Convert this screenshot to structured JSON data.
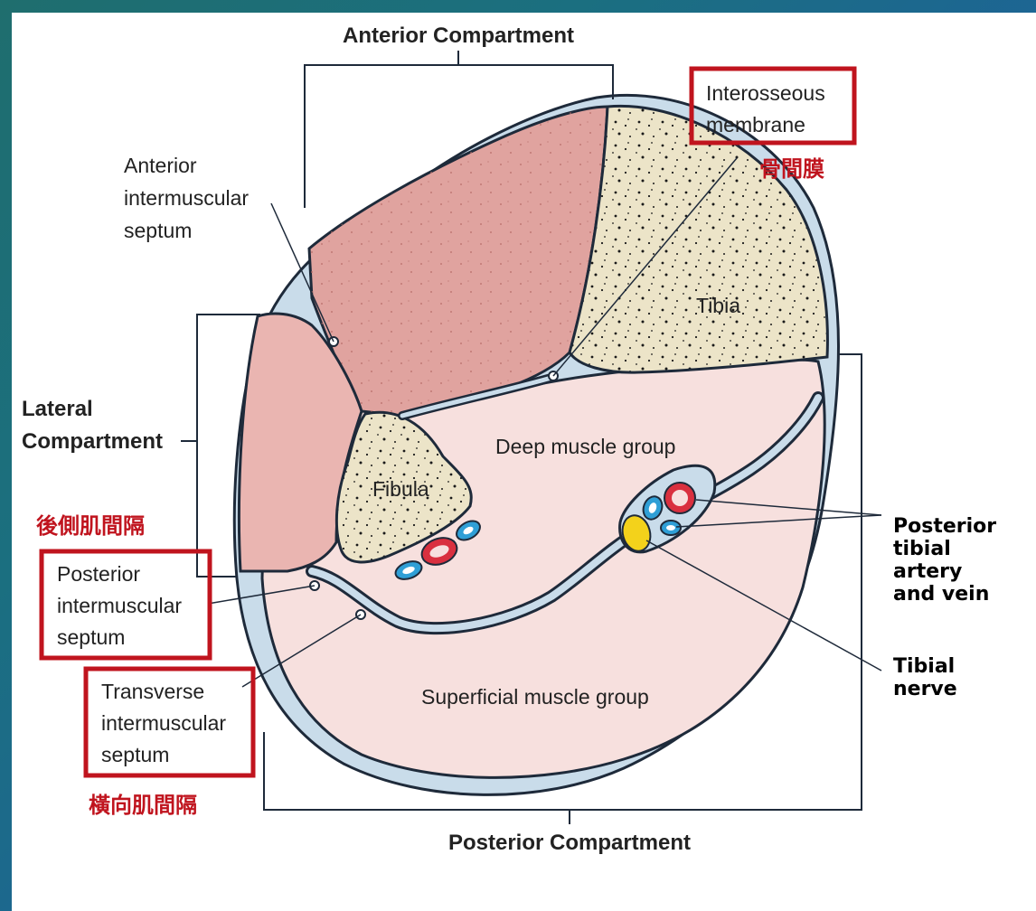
{
  "diagram": {
    "compartments": {
      "anterior": "Anterior Compartment",
      "lateral_line1": "Lateral",
      "lateral_line2": "Compartment",
      "posterior": "Posterior Compartment"
    },
    "labels": {
      "anterior_septum": [
        "Anterior",
        "intermuscular",
        "septum"
      ],
      "interosseous": [
        "Interosseous",
        "membrane"
      ],
      "interosseous_cn": "骨間膜",
      "tibia": "Tibia",
      "fibula": "Fibula",
      "deep_group": "Deep muscle group",
      "superficial_group": "Superficial muscle group",
      "posterior_septum": [
        "Posterior",
        "intermuscular",
        "septum"
      ],
      "posterior_septum_cn": "後側肌間隔",
      "transverse_septum": [
        "Transverse",
        "intermuscular",
        "septum"
      ],
      "transverse_septum_cn": "橫向肌間隔",
      "posterior_tibial": [
        "Posterior",
        "tibial",
        "artery",
        "and vein"
      ],
      "tibial_nerve": [
        "Tibial",
        "nerve"
      ]
    },
    "colors": {
      "highlight_box": "#c0141e",
      "anterior_muscle": "#e0a39f",
      "lateral_muscle": "#eab5b1",
      "posterior_muscle": "#f7e0de",
      "bone": "#ece4c8",
      "fascia": "#c9dcea",
      "artery": "#d9303f",
      "vein": "#2f9fd6",
      "nerve": "#f3d21b"
    }
  }
}
